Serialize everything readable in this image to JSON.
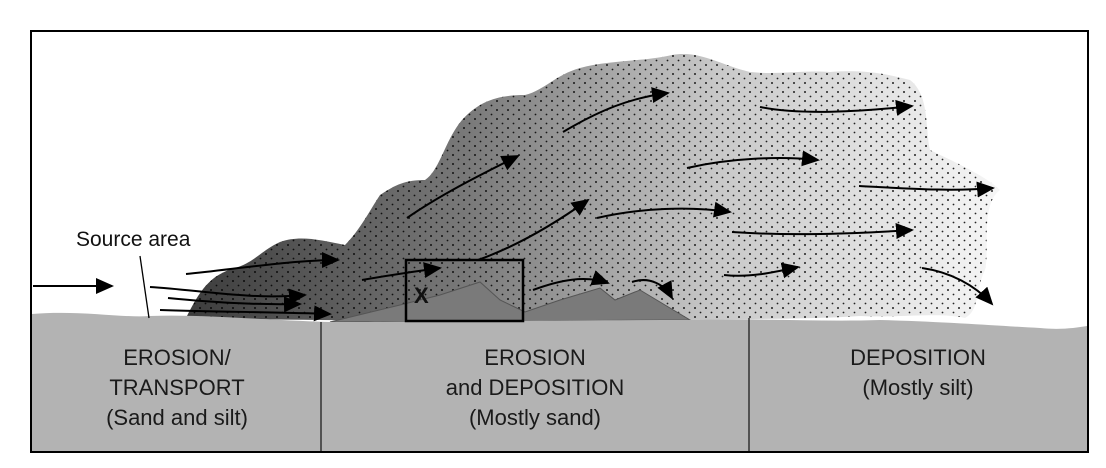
{
  "labels": {
    "source_area": "Source area",
    "box_marker": "X"
  },
  "zones": [
    {
      "line1": "EROSION/",
      "line2": "TRANSPORT",
      "line3": "(Sand and silt)"
    },
    {
      "line1": "EROSION",
      "line2": "and DEPOSITION",
      "line3": "(Mostly sand)"
    },
    {
      "line1": "DEPOSITION",
      "line2": "(Mostly silt)",
      "line3": ""
    }
  ],
  "colors": {
    "ground": "#b3b3b3",
    "cloud_dark": "#4a4a4a",
    "cloud_light": "#f4f4f4",
    "dunes": "#7a7a7a",
    "outline": "#000000"
  }
}
